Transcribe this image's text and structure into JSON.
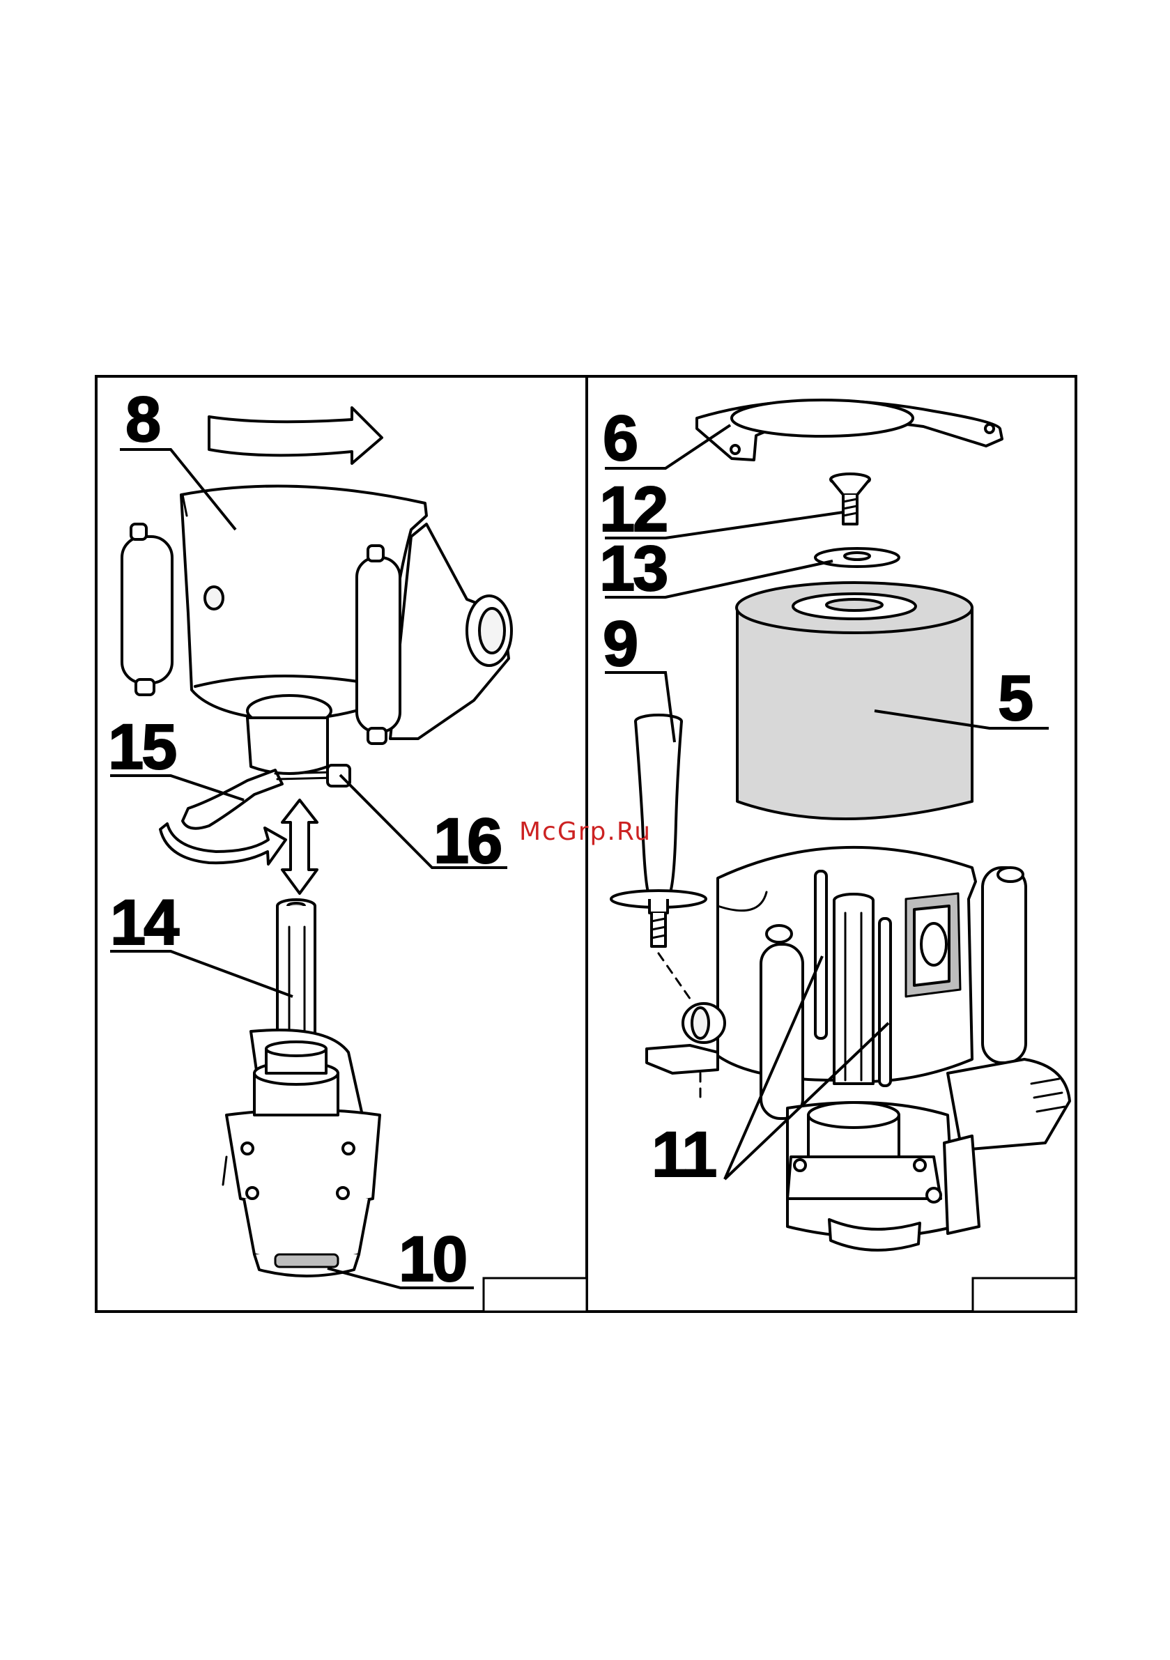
{
  "watermark": "McGrp.Ru",
  "left_panel": {
    "labels": {
      "l8": "8",
      "l15": "15",
      "l16": "16",
      "l14": "14",
      "l10": "10"
    }
  },
  "right_panel": {
    "labels": {
      "l6": "6",
      "l12": "12",
      "l13": "13",
      "l9": "9",
      "l5": "5",
      "l11": "11"
    }
  },
  "colors": {
    "line": "#000000",
    "watermark": "#cc2222",
    "cartridge_fill": "#d8d8d8"
  }
}
